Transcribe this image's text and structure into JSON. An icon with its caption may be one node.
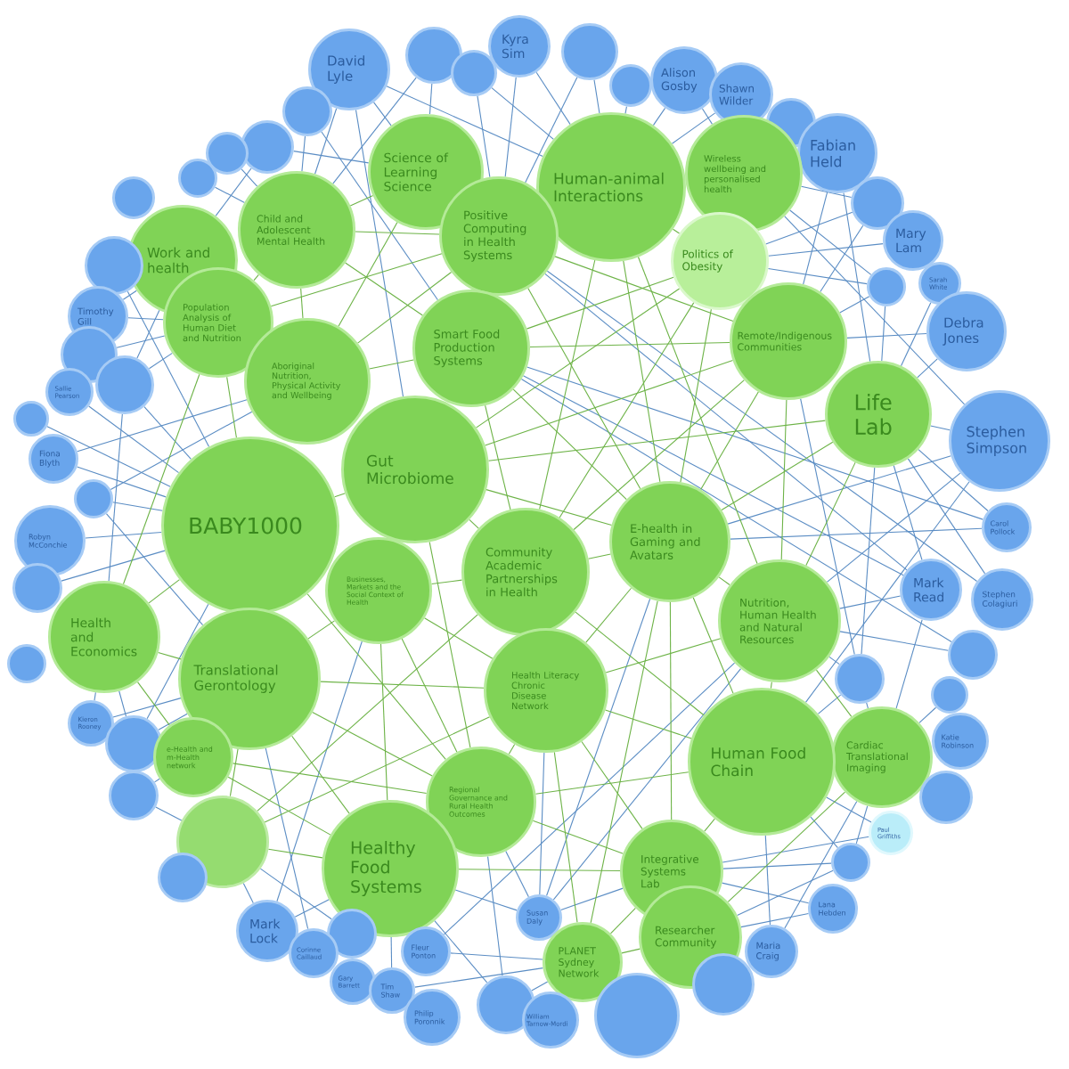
{
  "diagram": {
    "nodes": [
      {
        "text": [
          "David Lyle"
        ]
      },
      {
        "text": [],
        "shape": "circle"
      },
      {
        "text": [],
        "shape": "circle"
      },
      {
        "text": [],
        "shape": "circle"
      },
      {
        "text": [
          "Kyra Sim"
        ]
      },
      {
        "text": [],
        "shape": "circle"
      },
      {
        "text": [],
        "shape": "circle"
      },
      {
        "text": [
          "Alison Gosby"
        ]
      },
      {
        "text": [
          "Shawn Wilder"
        ]
      },
      {
        "text": [],
        "shape": "circle"
      },
      {
        "text": [],
        "shape": "circle"
      },
      {
        "text": [],
        "shape": "circle"
      },
      {
        "text": [
          "Fabian Held"
        ]
      },
      {
        "text": [
          "Science of Learning Science"
        ]
      },
      {
        "text": [
          "Human-animal Interactions"
        ]
      },
      {
        "text": [
          "Wireless wellbeing and personalised health"
        ]
      },
      {
        "text": [],
        "shape": "circle"
      },
      {
        "text": [],
        "shape": "circle"
      },
      {
        "text": [],
        "shape": "circle"
      },
      {
        "text": [
          "Child and Adolescent Mental Health"
        ]
      },
      {
        "text": [
          "Positive Computing in Health Systems"
        ]
      },
      {
        "text": [
          "Mary Lam"
        ]
      },
      {
        "text": [
          "Work and health"
        ]
      },
      {
        "text": [],
        "shape": "circle"
      },
      {
        "text": [
          "Politics of Obesity"
        ]
      },
      {
        "text": [
          "Sarah White"
        ]
      },
      {
        "text": [],
        "shape": "circle"
      },
      {
        "text": [
          "Timothy Gill"
        ]
      },
      {
        "text": [
          "Population Analysis of Human Diet and Nutrition"
        ]
      },
      {
        "text": [
          "Debra Jones"
        ]
      },
      {
        "text": [
          "Smart Food Production Systems"
        ]
      },
      {
        "text": [
          "Remote/Indigenous Communities"
        ]
      },
      {
        "text": [],
        "shape": "circle"
      },
      {
        "text": [
          "Aboriginal Nutrition, Physical Activity and Wellbeing"
        ]
      },
      {
        "text": [
          "Sallie Pearson"
        ]
      },
      {
        "text": [],
        "shape": "circle"
      },
      {
        "text": [
          "Life Lab"
        ]
      },
      {
        "text": [],
        "shape": "circle"
      },
      {
        "text": [
          "Stephen Simpson"
        ]
      },
      {
        "text": [
          "Fiona Blyth"
        ]
      },
      {
        "text": [
          "Gut Microbiome"
        ]
      },
      {
        "text": [],
        "shape": "circle"
      },
      {
        "text": [
          "BABY1000"
        ]
      },
      {
        "text": [
          "Carol Pollock"
        ]
      },
      {
        "text": [
          "Robyn McConchie"
        ]
      },
      {
        "text": [
          "E-health in Gaming and Avatars"
        ]
      },
      {
        "text": [
          "Community Academic Partnerships in Health"
        ]
      },
      {
        "text": [],
        "shape": "circle"
      },
      {
        "text": [
          "Mark Read"
        ]
      },
      {
        "text": [
          "Businesses, Markets and the Social Context of Health"
        ]
      },
      {
        "text": [
          "Stephen Colagiuri"
        ]
      },
      {
        "text": [
          "Nutrition, Human Health and Natural Resources"
        ]
      },
      {
        "text": [],
        "shape": "circle"
      },
      {
        "text": [
          "Health and Economics"
        ]
      },
      {
        "text": [],
        "shape": "circle"
      },
      {
        "text": [],
        "shape": "circle"
      },
      {
        "text": [
          "Translational Gerontology"
        ]
      },
      {
        "text": [
          "Health Literacy Chronic Disease Network"
        ]
      },
      {
        "text": [],
        "shape": "circle"
      },
      {
        "text": [
          "Kieron Rooney"
        ]
      },
      {
        "text": [],
        "shape": "circle"
      },
      {
        "text": [
          "Katie Robinson"
        ]
      },
      {
        "text": [
          "e-Health and m-Health network"
        ]
      },
      {
        "text": [
          "Cardiac Translational Imaging"
        ]
      },
      {
        "text": [
          "Human Food Chain"
        ]
      },
      {
        "text": [],
        "shape": "circle"
      },
      {
        "text": [],
        "shape": "circle"
      },
      {
        "text": [
          "Regional Governance and Rural Health Outcomes"
        ]
      },
      {
        "text": [
          "Paul Griffiths"
        ]
      },
      {
        "text": [],
        "shape": "circle"
      },
      {
        "text": [
          "Healthy Food Systems"
        ]
      },
      {
        "text": [
          "Integrative Systems Lab"
        ]
      },
      {
        "text": [],
        "shape": "circle"
      },
      {
        "text": [],
        "shape": "circle"
      },
      {
        "text": [
          "Lana Hebden"
        ]
      },
      {
        "text": [
          "Susan Daly"
        ]
      },
      {
        "text": [
          "Mark Lock"
        ]
      },
      {
        "text": [
          "Researcher Community"
        ]
      },
      {
        "text": [],
        "shape": "circle"
      },
      {
        "text": [
          "Corinne Caillaud"
        ]
      },
      {
        "text": [
          "Fleur Ponton"
        ]
      },
      {
        "text": [
          "Maria Craig"
        ]
      },
      {
        "text": [
          "PLANET Sydney Network"
        ]
      },
      {
        "text": [
          "Gary Barrett"
        ]
      },
      {
        "text": [
          "Tim Shaw"
        ]
      },
      {
        "text": [],
        "shape": "circle"
      },
      {
        "text": [],
        "shape": "circle"
      },
      {
        "text": [
          "Philip Poronnik"
        ]
      },
      {
        "text": [],
        "shape": "circle"
      },
      {
        "text": [
          "William Tarnow-Mordi"
        ]
      }
    ],
    "edges": [
      {
        "from": 0,
        "to": 13,
        "arrow": "none",
        "color": "#5b8dc4"
      },
      {
        "from": 0,
        "to": 19,
        "arrow": "none",
        "color": "#5b8dc4"
      },
      {
        "from": 0,
        "to": 14,
        "arrow": "none",
        "color": "#5b8dc4"
      },
      {
        "from": 0,
        "to": 40,
        "arrow": "none",
        "color": "#5b8dc4"
      },
      {
        "from": 1,
        "to": 19,
        "arrow": "none",
        "color": "#5b8dc4"
      },
      {
        "from": 1,
        "to": 30,
        "arrow": "none",
        "color": "#5b8dc4"
      },
      {
        "from": 2,
        "to": 13,
        "arrow": "none",
        "color": "#5b8dc4"
      },
      {
        "from": 2,
        "to": 19,
        "arrow": "none",
        "color": "#5b8dc4"
      },
      {
        "from": 3,
        "to": 20,
        "arrow": "none",
        "color": "#5b8dc4"
      },
      {
        "from": 3,
        "to": 14,
        "arrow": "none",
        "color": "#5b8dc4"
      },
      {
        "from": 4,
        "to": 14,
        "arrow": "none",
        "color": "#5b8dc4"
      },
      {
        "from": 4,
        "to": 20,
        "arrow": "none",
        "color": "#5b8dc4"
      },
      {
        "from": 5,
        "to": 14,
        "arrow": "none",
        "color": "#5b8dc4"
      },
      {
        "from": 5,
        "to": 20,
        "arrow": "none",
        "color": "#5b8dc4"
      },
      {
        "from": 6,
        "to": 14,
        "arrow": "none",
        "color": "#5b8dc4"
      },
      {
        "from": 7,
        "to": 14,
        "arrow": "none",
        "color": "#5b8dc4"
      },
      {
        "from": 7,
        "to": 15,
        "arrow": "none",
        "color": "#5b8dc4"
      },
      {
        "from": 8,
        "to": 14,
        "arrow": "none",
        "color": "#5b8dc4"
      },
      {
        "from": 10,
        "to": 22,
        "arrow": "none",
        "color": "#5b8dc4"
      },
      {
        "from": 10,
        "to": 13,
        "arrow": "none",
        "color": "#5b8dc4"
      },
      {
        "from": 11,
        "to": 19,
        "arrow": "none",
        "color": "#5b8dc4"
      },
      {
        "from": 12,
        "to": 31,
        "arrow": "none",
        "color": "#5b8dc4"
      },
      {
        "from": 12,
        "to": 36,
        "arrow": "none",
        "color": "#5b8dc4"
      },
      {
        "from": 17,
        "to": 15,
        "arrow": "none",
        "color": "#5b8dc4"
      },
      {
        "from": 26,
        "to": 15,
        "arrow": "none",
        "color": "#5b8dc4"
      },
      {
        "from": 38,
        "to": 15,
        "arrow": "none",
        "color": "#5b8dc4"
      },
      {
        "from": 16,
        "to": 19,
        "arrow": "none",
        "color": "#5b8dc4"
      },
      {
        "from": 17,
        "to": 24,
        "arrow": "none",
        "color": "#5b8dc4"
      },
      {
        "from": 17,
        "to": 31,
        "arrow": "none",
        "color": "#5b8dc4"
      },
      {
        "from": 48,
        "to": 20,
        "arrow": "none",
        "color": "#5b8dc4"
      },
      {
        "from": 50,
        "to": 20,
        "arrow": "none",
        "color": "#5b8dc4"
      },
      {
        "from": 21,
        "to": 24,
        "arrow": "none",
        "color": "#5b8dc4"
      },
      {
        "from": 27,
        "to": 22,
        "arrow": "none",
        "color": "#5b8dc4"
      },
      {
        "from": 35,
        "to": 22,
        "arrow": "none",
        "color": "#5b8dc4"
      },
      {
        "from": 23,
        "to": 42,
        "arrow": "none",
        "color": "#5b8dc4"
      },
      {
        "from": 26,
        "to": 24,
        "arrow": "none",
        "color": "#5b8dc4"
      },
      {
        "from": 25,
        "to": 36,
        "arrow": "none",
        "color": "#5b8dc4"
      },
      {
        "from": 26,
        "to": 31,
        "arrow": "none",
        "color": "#5b8dc4"
      },
      {
        "from": 26,
        "to": 36,
        "arrow": "none",
        "color": "#5b8dc4"
      },
      {
        "from": 27,
        "to": 28,
        "arrow": "none",
        "color": "#5b8dc4"
      },
      {
        "from": 32,
        "to": 28,
        "arrow": "none",
        "color": "#5b8dc4"
      },
      {
        "from": 35,
        "to": 28,
        "arrow": "none",
        "color": "#5b8dc4"
      },
      {
        "from": 29,
        "to": 31,
        "arrow": "none",
        "color": "#5b8dc4"
      },
      {
        "from": 29,
        "to": 36,
        "arrow": "none",
        "color": "#5b8dc4"
      },
      {
        "from": 43,
        "to": 30,
        "arrow": "none",
        "color": "#5b8dc4"
      },
      {
        "from": 48,
        "to": 30,
        "arrow": "none",
        "color": "#5b8dc4"
      },
      {
        "from": 54,
        "to": 30,
        "arrow": "none",
        "color": "#5b8dc4"
      },
      {
        "from": 55,
        "to": 31,
        "arrow": "none",
        "color": "#5b8dc4"
      },
      {
        "from": 39,
        "to": 33,
        "arrow": "none",
        "color": "#5b8dc4"
      },
      {
        "from": 41,
        "to": 33,
        "arrow": "none",
        "color": "#5b8dc4"
      },
      {
        "from": 34,
        "to": 42,
        "arrow": "none",
        "color": "#5b8dc4"
      },
      {
        "from": 35,
        "to": 42,
        "arrow": "none",
        "color": "#5b8dc4"
      },
      {
        "from": 35,
        "to": 53,
        "arrow": "none",
        "color": "#5b8dc4"
      },
      {
        "from": 38,
        "to": 36,
        "arrow": "none",
        "color": "#5b8dc4"
      },
      {
        "from": 43,
        "to": 36,
        "arrow": "none",
        "color": "#5b8dc4"
      },
      {
        "from": 48,
        "to": 36,
        "arrow": "none",
        "color": "#5b8dc4"
      },
      {
        "from": 50,
        "to": 36,
        "arrow": "none",
        "color": "#5b8dc4"
      },
      {
        "from": 55,
        "to": 36,
        "arrow": "none",
        "color": "#5b8dc4"
      },
      {
        "from": 37,
        "to": 42,
        "arrow": "none",
        "color": "#5b8dc4"
      },
      {
        "from": 38,
        "to": 45,
        "arrow": "none",
        "color": "#5b8dc4"
      },
      {
        "from": 38,
        "to": 51,
        "arrow": "none",
        "color": "#5b8dc4"
      },
      {
        "from": 38,
        "to": 64,
        "arrow": "none",
        "color": "#5b8dc4"
      },
      {
        "from": 39,
        "to": 42,
        "arrow": "none",
        "color": "#5b8dc4"
      },
      {
        "from": 41,
        "to": 42,
        "arrow": "none",
        "color": "#5b8dc4"
      },
      {
        "from": 41,
        "to": 56,
        "arrow": "none",
        "color": "#5b8dc4"
      },
      {
        "from": 44,
        "to": 42,
        "arrow": "none",
        "color": "#5b8dc4"
      },
      {
        "from": 47,
        "to": 42,
        "arrow": "none",
        "color": "#5b8dc4"
      },
      {
        "from": 60,
        "to": 42,
        "arrow": "none",
        "color": "#5b8dc4"
      },
      {
        "from": 43,
        "to": 45,
        "arrow": "none",
        "color": "#5b8dc4"
      },
      {
        "from": 48,
        "to": 51,
        "arrow": "none",
        "color": "#5b8dc4"
      },
      {
        "from": 48,
        "to": 63,
        "arrow": "none",
        "color": "#5b8dc4"
      },
      {
        "from": 76,
        "to": 49,
        "arrow": "none",
        "color": "#5b8dc4"
      },
      {
        "from": 54,
        "to": 51,
        "arrow": "none",
        "color": "#5b8dc4"
      },
      {
        "from": 55,
        "to": 51,
        "arrow": "none",
        "color": "#5b8dc4"
      },
      {
        "from": 75,
        "to": 51,
        "arrow": "none",
        "color": "#5b8dc4"
      },
      {
        "from": 80,
        "to": 51,
        "arrow": "none",
        "color": "#5b8dc4"
      },
      {
        "from": 59,
        "to": 53,
        "arrow": "none",
        "color": "#5b8dc4"
      },
      {
        "from": 60,
        "to": 53,
        "arrow": "none",
        "color": "#5b8dc4"
      },
      {
        "from": 55,
        "to": 63,
        "arrow": "none",
        "color": "#5b8dc4"
      },
      {
        "from": 55,
        "to": 64,
        "arrow": "none",
        "color": "#5b8dc4"
      },
      {
        "from": 59,
        "to": 56,
        "arrow": "none",
        "color": "#5b8dc4"
      },
      {
        "from": 60,
        "to": 56,
        "arrow": "none",
        "color": "#5b8dc4"
      },
      {
        "from": 79,
        "to": 56,
        "arrow": "none",
        "color": "#5b8dc4"
      },
      {
        "from": 75,
        "to": 57,
        "arrow": "none",
        "color": "#5b8dc4"
      },
      {
        "from": 58,
        "to": 63,
        "arrow": "none",
        "color": "#5b8dc4"
      },
      {
        "from": 66,
        "to": 62,
        "arrow": "none",
        "color": "#5b8dc4"
      },
      {
        "from": 72,
        "to": 63,
        "arrow": "none",
        "color": "#5b8dc4"
      },
      {
        "from": 81,
        "to": 63,
        "arrow": "none",
        "color": "#5b8dc4"
      },
      {
        "from": 68,
        "to": 64,
        "arrow": "none",
        "color": "#5b8dc4"
      },
      {
        "from": 72,
        "to": 64,
        "arrow": "none",
        "color": "#5b8dc4"
      },
      {
        "from": 81,
        "to": 64,
        "arrow": "none",
        "color": "#5b8dc4"
      },
      {
        "from": 66,
        "to": 69,
        "arrow": "none",
        "color": "#5b8dc4"
      },
      {
        "from": 75,
        "to": 67,
        "arrow": "none",
        "color": "#5b8dc4"
      },
      {
        "from": 88,
        "to": 67,
        "arrow": "none",
        "color": "#5b8dc4"
      },
      {
        "from": 68,
        "to": 71,
        "arrow": "none",
        "color": "#5b8dc4"
      },
      {
        "from": 76,
        "to": 69,
        "arrow": "none",
        "color": "#5b8dc4"
      },
      {
        "from": 78,
        "to": 69,
        "arrow": "none",
        "color": "#5b8dc4"
      },
      {
        "from": 75,
        "to": 70,
        "arrow": "none",
        "color": "#5b8dc4"
      },
      {
        "from": 76,
        "to": 70,
        "arrow": "none",
        "color": "#5b8dc4"
      },
      {
        "from": 84,
        "to": 70,
        "arrow": "none",
        "color": "#5b8dc4"
      },
      {
        "from": 88,
        "to": 70,
        "arrow": "none",
        "color": "#5b8dc4"
      },
      {
        "from": 72,
        "to": 71,
        "arrow": "none",
        "color": "#5b8dc4"
      },
      {
        "from": 74,
        "to": 71,
        "arrow": "none",
        "color": "#5b8dc4"
      },
      {
        "from": 75,
        "to": 71,
        "arrow": "none",
        "color": "#5b8dc4"
      },
      {
        "from": 72,
        "to": 77,
        "arrow": "none",
        "color": "#5b8dc4"
      },
      {
        "from": 74,
        "to": 77,
        "arrow": "none",
        "color": "#5b8dc4"
      },
      {
        "from": 80,
        "to": 82,
        "arrow": "none",
        "color": "#5b8dc4"
      },
      {
        "from": 84,
        "to": 82,
        "arrow": "none",
        "color": "#5b8dc4"
      },
      {
        "from": 88,
        "to": 82,
        "arrow": "none",
        "color": "#5b8dc4"
      },
      {
        "from": 75,
        "to": 45,
        "arrow": "none",
        "color": "#5b8dc4"
      },
      {
        "from": 13,
        "to": 19,
        "arrow": "none",
        "color": "#6db347"
      },
      {
        "from": 13,
        "to": 33,
        "arrow": "none",
        "color": "#6db347"
      },
      {
        "from": 14,
        "to": 24,
        "arrow": "none",
        "color": "#6db347"
      },
      {
        "from": 14,
        "to": 45,
        "arrow": "none",
        "color": "#6db347"
      },
      {
        "from": 14,
        "to": 46,
        "arrow": "none",
        "color": "#6db347"
      },
      {
        "from": 14,
        "to": 51,
        "arrow": "none",
        "color": "#6db347"
      },
      {
        "from": 19,
        "to": 20,
        "arrow": "none",
        "color": "#6db347"
      },
      {
        "from": 19,
        "to": 28,
        "arrow": "none",
        "color": "#6db347"
      },
      {
        "from": 19,
        "to": 30,
        "arrow": "none",
        "color": "#6db347"
      },
      {
        "from": 19,
        "to": 33,
        "arrow": "none",
        "color": "#6db347"
      },
      {
        "from": 20,
        "to": 28,
        "arrow": "none",
        "color": "#6db347"
      },
      {
        "from": 20,
        "to": 31,
        "arrow": "none",
        "color": "#6db347"
      },
      {
        "from": 20,
        "to": 33,
        "arrow": "none",
        "color": "#6db347"
      },
      {
        "from": 20,
        "to": 45,
        "arrow": "none",
        "color": "#6db347"
      },
      {
        "from": 24,
        "to": 30,
        "arrow": "none",
        "color": "#6db347"
      },
      {
        "from": 24,
        "to": 40,
        "arrow": "none",
        "color": "#6db347"
      },
      {
        "from": 24,
        "to": 45,
        "arrow": "none",
        "color": "#6db347"
      },
      {
        "from": 24,
        "to": 46,
        "arrow": "none",
        "color": "#6db347"
      },
      {
        "from": 28,
        "to": 42,
        "arrow": "none",
        "color": "#6db347"
      },
      {
        "from": 28,
        "to": 53,
        "arrow": "none",
        "color": "#6db347"
      },
      {
        "from": 30,
        "to": 31,
        "arrow": "none",
        "color": "#6db347"
      },
      {
        "from": 30,
        "to": 33,
        "arrow": "none",
        "color": "#6db347"
      },
      {
        "from": 30,
        "to": 45,
        "arrow": "none",
        "color": "#6db347"
      },
      {
        "from": 30,
        "to": 46,
        "arrow": "none",
        "color": "#6db347"
      },
      {
        "from": 31,
        "to": 40,
        "arrow": "none",
        "color": "#6db347"
      },
      {
        "from": 31,
        "to": 45,
        "arrow": "none",
        "color": "#6db347"
      },
      {
        "from": 31,
        "to": 46,
        "arrow": "none",
        "color": "#6db347"
      },
      {
        "from": 31,
        "to": 51,
        "arrow": "none",
        "color": "#6db347"
      },
      {
        "from": 36,
        "to": 40,
        "arrow": "none",
        "color": "#6db347"
      },
      {
        "from": 36,
        "to": 45,
        "arrow": "none",
        "color": "#6db347"
      },
      {
        "from": 36,
        "to": 51,
        "arrow": "none",
        "color": "#6db347"
      },
      {
        "from": 40,
        "to": 42,
        "arrow": "none",
        "color": "#6db347"
      },
      {
        "from": 40,
        "to": 45,
        "arrow": "none",
        "color": "#6db347"
      },
      {
        "from": 40,
        "to": 46,
        "arrow": "none",
        "color": "#6db347"
      },
      {
        "from": 40,
        "to": 67,
        "arrow": "none",
        "color": "#6db347"
      },
      {
        "from": 42,
        "to": 53,
        "arrow": "none",
        "color": "#6db347"
      },
      {
        "from": 42,
        "to": 67,
        "arrow": "none",
        "color": "#6db347"
      },
      {
        "from": 45,
        "to": 46,
        "arrow": "none",
        "color": "#6db347"
      },
      {
        "from": 45,
        "to": 51,
        "arrow": "none",
        "color": "#6db347"
      },
      {
        "from": 45,
        "to": 57,
        "arrow": "none",
        "color": "#6db347"
      },
      {
        "from": 45,
        "to": 64,
        "arrow": "none",
        "color": "#6db347"
      },
      {
        "from": 45,
        "to": 71,
        "arrow": "none",
        "color": "#6db347"
      },
      {
        "from": 45,
        "to": 82,
        "arrow": "none",
        "color": "#6db347"
      },
      {
        "from": 46,
        "to": 49,
        "arrow": "none",
        "color": "#6db347"
      },
      {
        "from": 46,
        "to": 64,
        "arrow": "none",
        "color": "#6db347"
      },
      {
        "from": 46,
        "to": 69,
        "arrow": "none",
        "color": "#6db347"
      },
      {
        "from": 49,
        "to": 56,
        "arrow": "none",
        "color": "#6db347"
      },
      {
        "from": 49,
        "to": 57,
        "arrow": "none",
        "color": "#6db347"
      },
      {
        "from": 49,
        "to": 67,
        "arrow": "none",
        "color": "#6db347"
      },
      {
        "from": 49,
        "to": 70,
        "arrow": "none",
        "color": "#6db347"
      },
      {
        "from": 51,
        "to": 57,
        "arrow": "none",
        "color": "#6db347"
      },
      {
        "from": 51,
        "to": 63,
        "arrow": "none",
        "color": "#6db347"
      },
      {
        "from": 51,
        "to": 64,
        "arrow": "none",
        "color": "#6db347"
      },
      {
        "from": 53,
        "to": 56,
        "arrow": "none",
        "color": "#6db347"
      },
      {
        "from": 53,
        "to": 62,
        "arrow": "none",
        "color": "#6db347"
      },
      {
        "from": 56,
        "to": 57,
        "arrow": "none",
        "color": "#6db347"
      },
      {
        "from": 56,
        "to": 67,
        "arrow": "none",
        "color": "#6db347"
      },
      {
        "from": 56,
        "to": 69,
        "arrow": "none",
        "color": "#6db347"
      },
      {
        "from": 56,
        "to": 70,
        "arrow": "none",
        "color": "#6db347"
      },
      {
        "from": 57,
        "to": 64,
        "arrow": "none",
        "color": "#6db347"
      },
      {
        "from": 57,
        "to": 67,
        "arrow": "none",
        "color": "#6db347"
      },
      {
        "from": 57,
        "to": 69,
        "arrow": "none",
        "color": "#6db347"
      },
      {
        "from": 57,
        "to": 71,
        "arrow": "none",
        "color": "#6db347"
      },
      {
        "from": 57,
        "to": 82,
        "arrow": "none",
        "color": "#6db347"
      },
      {
        "from": 62,
        "to": 67,
        "arrow": "none",
        "color": "#6db347"
      },
      {
        "from": 62,
        "to": 70,
        "arrow": "none",
        "color": "#6db347"
      },
      {
        "from": 64,
        "to": 67,
        "arrow": "none",
        "color": "#6db347"
      },
      {
        "from": 64,
        "to": 71,
        "arrow": "none",
        "color": "#6db347"
      },
      {
        "from": 67,
        "to": 71,
        "arrow": "none",
        "color": "#6db347"
      },
      {
        "from": 69,
        "to": 70,
        "arrow": "none",
        "color": "#6db347"
      },
      {
        "from": 70,
        "to": 71,
        "arrow": "none",
        "color": "#6db347"
      },
      {
        "from": 71,
        "to": 82,
        "arrow": "none",
        "color": "#6db347"
      },
      {
        "from": 77,
        "to": 82,
        "arrow": "none",
        "color": "#6db347"
      },
      {
        "from": 63,
        "to": 77,
        "arrow": "none",
        "color": "#6db347"
      }
    ]
  }
}
